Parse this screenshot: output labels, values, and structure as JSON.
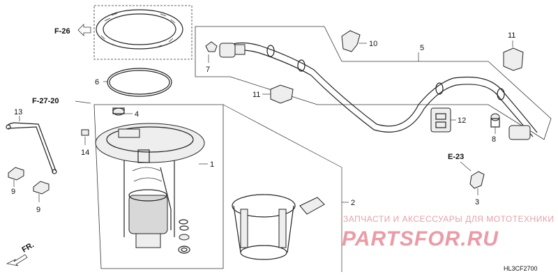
{
  "callouts": {
    "c1": "1",
    "c2": "2",
    "c3": "3",
    "c4": "4",
    "c5": "5",
    "c6": "6",
    "c7": "7",
    "c8": "8",
    "c9a": "9",
    "c9b": "9",
    "c10": "10",
    "c11a": "11",
    "c11b": "11",
    "c12": "12",
    "c13": "13",
    "c14": "14"
  },
  "references": {
    "f26": "F-26",
    "f2720": "F-27-20",
    "e23": "E-23"
  },
  "direction": {
    "front": "FR."
  },
  "watermark": {
    "caption": "ЗАПЧАСТИ И АКСЕССУАРЫ ДЛЯ МОТОТЕХНИКИ",
    "brand": "PARTSFOR.RU"
  },
  "diagram_code": "HL3CF2700",
  "colors": {
    "line": "#222222",
    "watermark": "#ec9aa6"
  }
}
